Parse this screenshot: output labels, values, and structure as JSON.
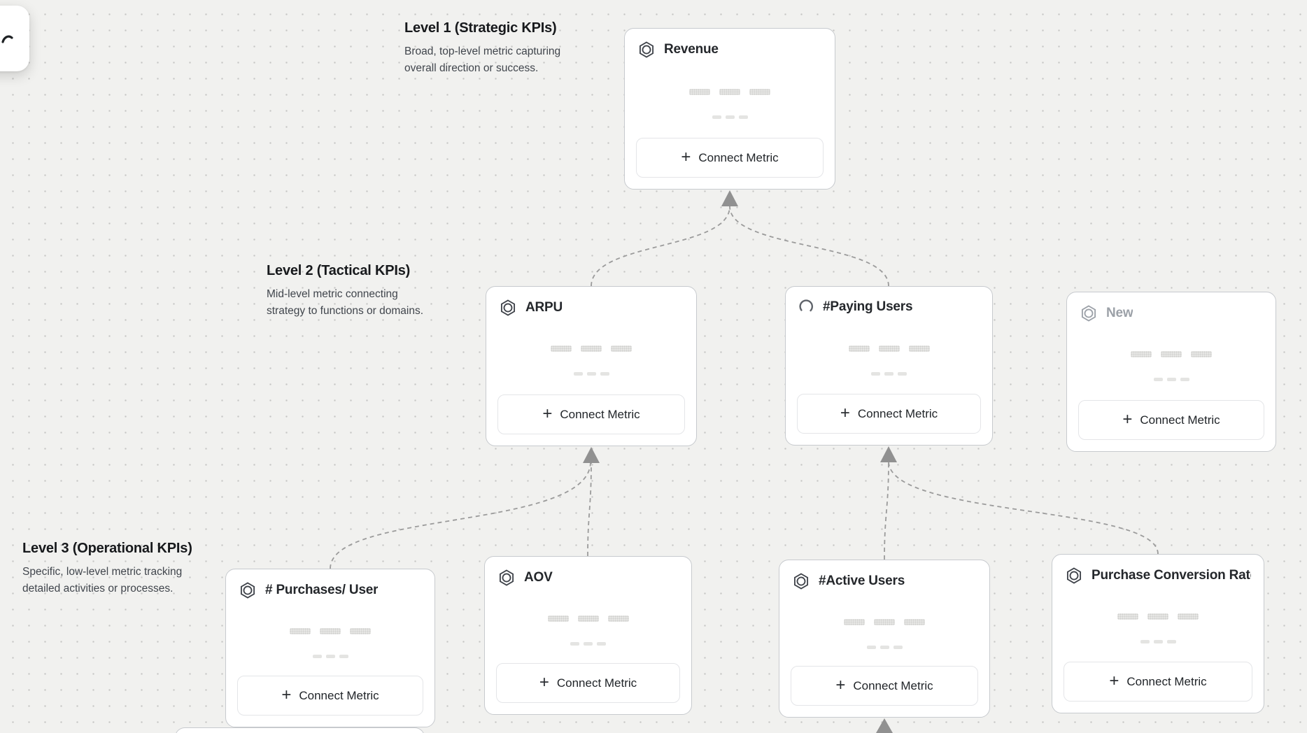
{
  "ui": {
    "connect_metric_label": "Connect Metric",
    "plus_icon": "+"
  },
  "colors": {
    "canvas_background": "#f1f1ef",
    "dot_grid": "#c5c5c3",
    "card_border": "#c7cace",
    "connector": "#9b9b9b",
    "title_text": "#24272b",
    "draft_text": "#9ca1a8"
  },
  "levels": [
    {
      "title": "Level 1 (Strategic KPIs)",
      "description": "Broad, top-level metric capturing overall direction or success."
    },
    {
      "title": "Level 2 (Tactical KPIs)",
      "description": "Mid-level metric connecting strategy to functions or domains."
    },
    {
      "title": "Level 3 (Operational KPIs)",
      "description": "Specific, low-level metric tracking detailed activities or processes."
    }
  ],
  "cards": [
    {
      "title": "Revenue",
      "level": 1,
      "icon": "hexagon-metric-icon",
      "state": "default"
    },
    {
      "title": "ARPU",
      "level": 2,
      "icon": "hexagon-metric-icon",
      "state": "default"
    },
    {
      "title": "#Paying Users",
      "level": 2,
      "icon": "spinner-icon",
      "state": "loading"
    },
    {
      "title": "New",
      "level": 2,
      "icon": "hexagon-metric-icon",
      "state": "draft"
    },
    {
      "title": "# Purchases/ User",
      "level": 3,
      "icon": "hexagon-metric-icon",
      "state": "default"
    },
    {
      "title": "AOV",
      "level": 3,
      "icon": "hexagon-metric-icon",
      "state": "default"
    },
    {
      "title": "#Active Users",
      "level": 3,
      "icon": "hexagon-metric-icon",
      "state": "default"
    },
    {
      "title": "Purchase Conversion Rate",
      "level": 3,
      "icon": "hexagon-metric-icon",
      "state": "default"
    }
  ]
}
